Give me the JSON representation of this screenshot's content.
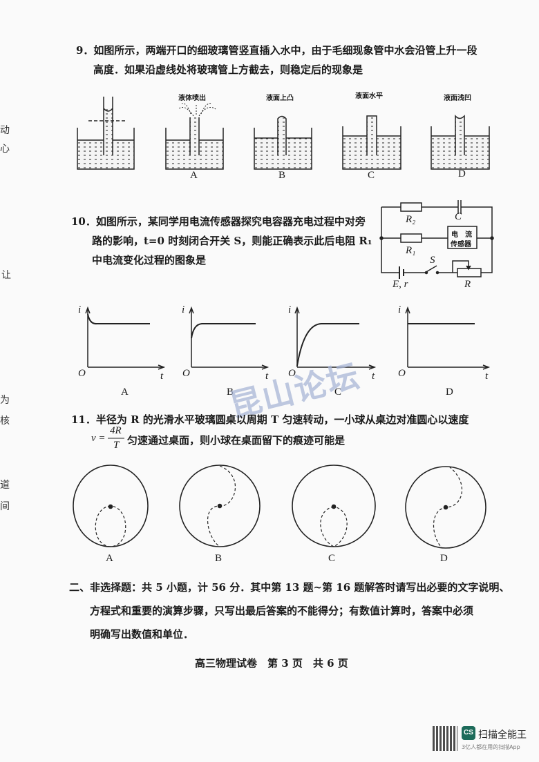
{
  "margin_fragments": [
    "动",
    "心",
    "让",
    "为",
    "核",
    "道",
    "间"
  ],
  "q9": {
    "line1": "9．如图所示，两端开口的细玻璃管竖直插入水中，由于毛细现象管中水会沿管上升一段",
    "line2": "高度．如果沿虚线处将玻璃管上方截去，则稳定后的现象是",
    "captions": [
      "液体喷出",
      "液面上凸",
      "液面水平",
      "液面浅凹"
    ],
    "options": [
      "A",
      "B",
      "C",
      "D"
    ]
  },
  "q10": {
    "line1": "10．如图所示，某同学用电流传感器探究电容器充电过程中对旁",
    "line2": "路的影响，t=0 时刻闭合开关 S，则能正确表示此后电阻 R₁",
    "line3": "中电流变化过程的图象是",
    "circuit": {
      "r2": "R₂",
      "c": "C",
      "r1": "R₁",
      "sensor1": "电　流",
      "sensor2": "传感器",
      "s": "S",
      "er": "E, r",
      "r": "R"
    },
    "axis_i": "i",
    "axis_t": "t",
    "origin": "O",
    "options": [
      "A",
      "B",
      "C",
      "D"
    ]
  },
  "q11": {
    "line1": "11．半径为 R 的光滑水平玻璃圆桌以周期 T 匀速转动，一小球从桌边对准圆心以速度",
    "v": "v =",
    "num": "4R",
    "den": "T",
    "line2": "匀速通过桌面，则小球在桌面留下的痕迹可能是",
    "options": [
      "A",
      "B",
      "C",
      "D"
    ]
  },
  "section2": {
    "line1": "二、非选择题：共 5 小题，计 56 分．其中第 13 题~第 16 题解答时请写出必要的文字说明、",
    "line2": "方程式和重要的演算步骤，只写出最后答案的不能得分；有数值计算时，答案中必须",
    "line3": "明确写出数值和单位．"
  },
  "footer": "高三物理试卷　第 3 页　共 6 页",
  "watermark": "昆山论坛",
  "scanner": {
    "logo": "CS",
    "name": "扫描全能王",
    "tagline": "3亿人都在用的扫描App"
  }
}
